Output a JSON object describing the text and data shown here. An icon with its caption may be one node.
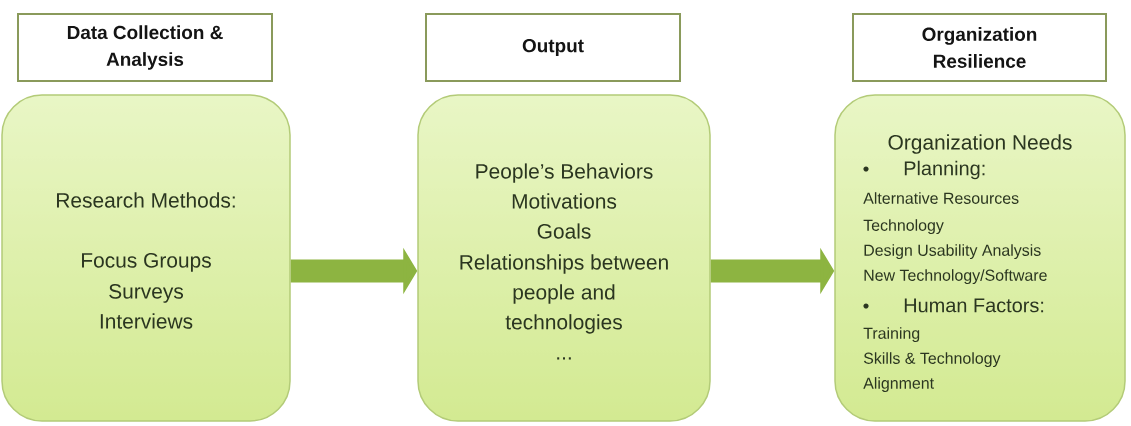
{
  "diagram": {
    "nodes": [
      {
        "text": [
          "Data Collection & Analysis"
        ]
      },
      {
        "text": [
          "Research Methods:",
          "Focus Groups",
          "Surveys",
          "Interviews"
        ]
      },
      {
        "text": [
          "Output"
        ]
      },
      {
        "text": [
          "People’s Behaviors",
          "Motivations",
          "Goals",
          "Relationships between people and technologies",
          "..."
        ]
      },
      {
        "text": [
          "Organization Resilience"
        ]
      },
      {
        "text": [
          "Organization Needs",
          "Planning:",
          "Alternative Resources",
          "Technology",
          "Design Usability Analysis",
          "New Technology/Software",
          "Human Factors:",
          "Training",
          "Skills & Technology Alignment"
        ]
      }
    ],
    "edges": [
      {
        "from": 1,
        "to": 3,
        "arrow": "to"
      },
      {
        "from": 3,
        "to": 5,
        "arrow": "to"
      }
    ]
  }
}
